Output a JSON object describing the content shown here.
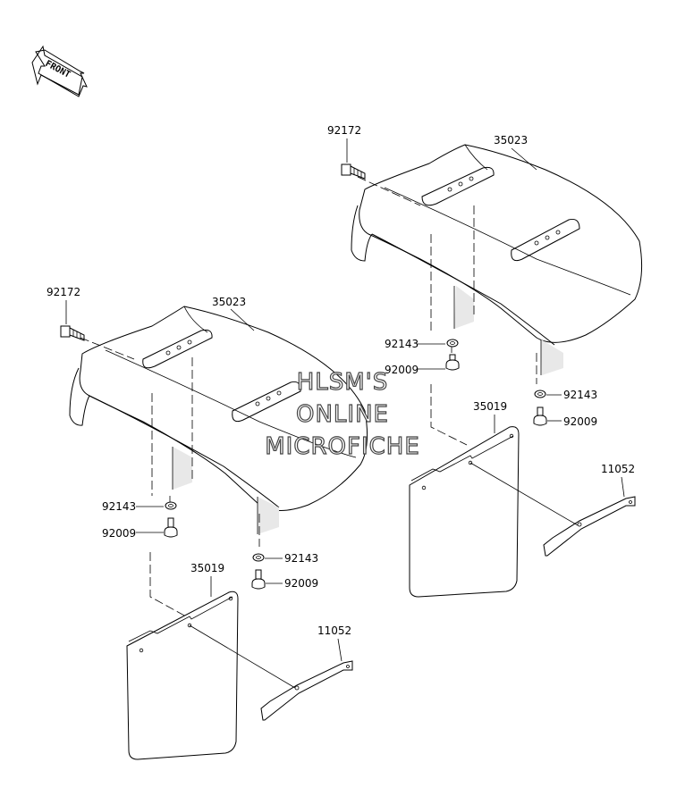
{
  "front_marker": {
    "text": "FRONT"
  },
  "watermark": {
    "line1": "HLSM'S",
    "line2": "ONLINE",
    "line3": "MICROFICHE"
  },
  "callouts": {
    "upper_bolt": "92172",
    "upper_fender": "35023",
    "upper_washer_a": "92143",
    "upper_bolt_a": "92009",
    "upper_washer_b": "92143",
    "upper_bolt_b": "92009",
    "upper_mudflap": "35019",
    "upper_bracket": "11052",
    "lower_bolt": "92172",
    "lower_fender": "35023",
    "lower_washer_a": "92143",
    "lower_bolt_a": "92009",
    "lower_washer_b": "92143",
    "lower_bolt_b": "92009",
    "lower_mudflap": "35019",
    "lower_bracket": "11052"
  }
}
